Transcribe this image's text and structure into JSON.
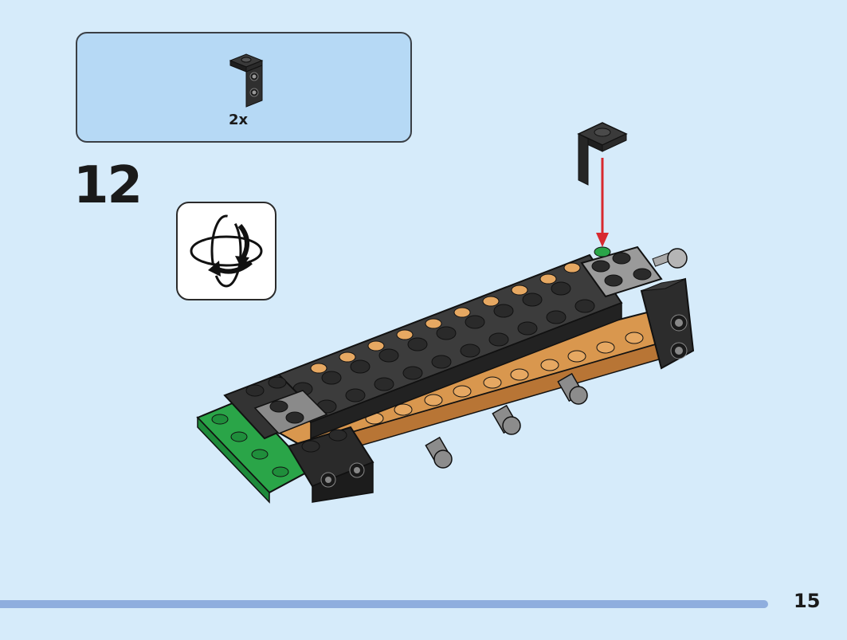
{
  "parts_list": {
    "items": [
      {
        "icon": "black-bracket-1x1-brick-icon",
        "quantity": "2x"
      }
    ]
  },
  "step": {
    "number": "12"
  },
  "rotate_hint": {
    "icon": "rotate-model-icon"
  },
  "model": {
    "icon": "model-assembly-illustration",
    "arrow_color": "#d8292f"
  },
  "colors": {
    "background": "#d6ebfa",
    "parts_box": "#b6d9f5",
    "footer_bar": "#8faede",
    "black_brick": "#2c2c2c",
    "tan_brick": "#d9974e",
    "green_brick": "#28a745",
    "gray_brick": "#9a9a9a"
  },
  "footer": {
    "page_number": "15"
  }
}
